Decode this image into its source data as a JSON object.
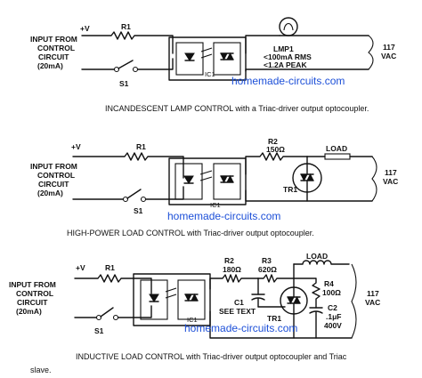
{
  "watermark": "homemade-circuits.com",
  "circuit1": {
    "v_label": "+V",
    "r1_label": "R1",
    "input_line1": "INPUT FROM",
    "input_line2": "CONTROL",
    "input_line3": "CIRCUIT",
    "input_line4": "(20mA)",
    "s1_label": "S1",
    "ic1_label": "IC1",
    "lmp_line1": "LMP1",
    "lmp_line2": "<100mA RMS",
    "lmp_line3": "<1.2A PEAK",
    "ac_line1": "117",
    "ac_line2": "VAC",
    "caption": "INCANDESCENT LAMP CONTROL with a Triac-driver output optocoupler."
  },
  "circuit2": {
    "v_label": "+V",
    "r1_label": "R1",
    "input_line1": "INPUT FROM",
    "input_line2": "CONTROL",
    "input_line3": "CIRCUIT",
    "input_line4": "(20mA)",
    "s1_label": "S1",
    "ic1_label": "IC1",
    "r2_label": "R2",
    "r2_value": "150Ω",
    "load_label": "LOAD",
    "tr1_label": "TR1",
    "ac_line1": "117",
    "ac_line2": "VAC",
    "caption": "HIGH-POWER LOAD CONTROL with Triac-driver output optocoupler."
  },
  "circuit3": {
    "v_label": "+V",
    "r1_label": "R1",
    "input_line1": "INPUT FROM",
    "input_line2": "CONTROL",
    "input_line3": "CIRCUIT",
    "input_line4": "(20mA)",
    "s1_label": "S1",
    "ic1_label": "IC1",
    "r2_label": "R2",
    "r2_value": "180Ω",
    "r3_label": "R3",
    "r3_value": "620Ω",
    "load_label": "LOAD",
    "c1_label": "C1",
    "c1_note": "SEE TEXT",
    "tr1_label": "TR1",
    "r4_label": "R4",
    "r4_value": "100Ω",
    "c2_label": "C2",
    "c2_value": ".1μF",
    "c2_voltage": "400V",
    "ac_line1": "117",
    "ac_line2": "VAC",
    "caption_line1": "INDUCTIVE LOAD CONTROL with Triac-driver output optocoupler and Triac",
    "caption_line2": "slave."
  }
}
